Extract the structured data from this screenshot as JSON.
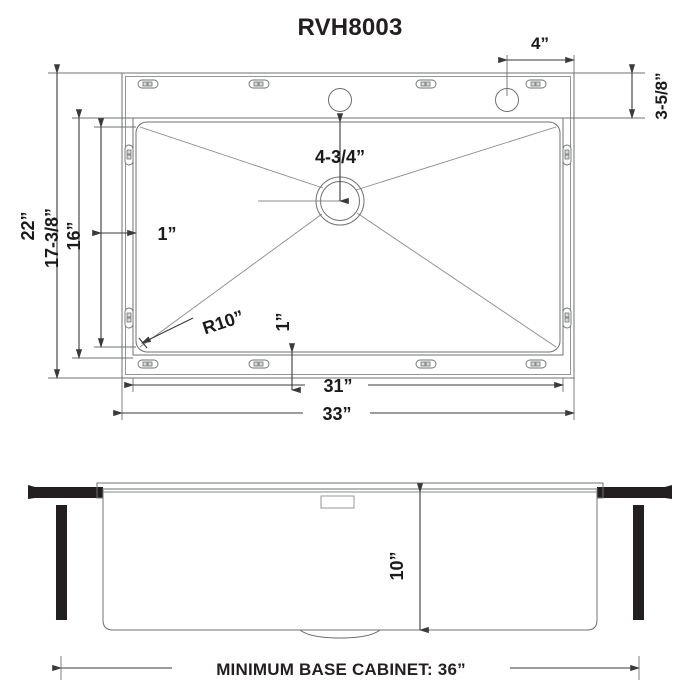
{
  "title": "RVH8003",
  "top_view": {
    "name": "top-view",
    "dimensions": {
      "overall_width": "33”",
      "bowl_width": "31”",
      "overall_depth": "22”",
      "inner_depth": "17-3/8”",
      "bowl_depth": "16”",
      "rim_left": "1”",
      "rim_bottom": "1”",
      "drain_offset": "4-3/4”",
      "corner_radius": "R10”",
      "faucet_hole_offset": "4”",
      "rear_deck": "3-5/8”"
    }
  },
  "side_view": {
    "name": "side-view",
    "dimensions": {
      "bowl_depth": "10”"
    },
    "caption": "MINIMUM BASE CABINET: 36”"
  },
  "colors": {
    "line": "#6f7072",
    "dimension_line": "#3a3a3a",
    "text": "#231f20",
    "countertop": "#231f20",
    "background": "#ffffff"
  }
}
